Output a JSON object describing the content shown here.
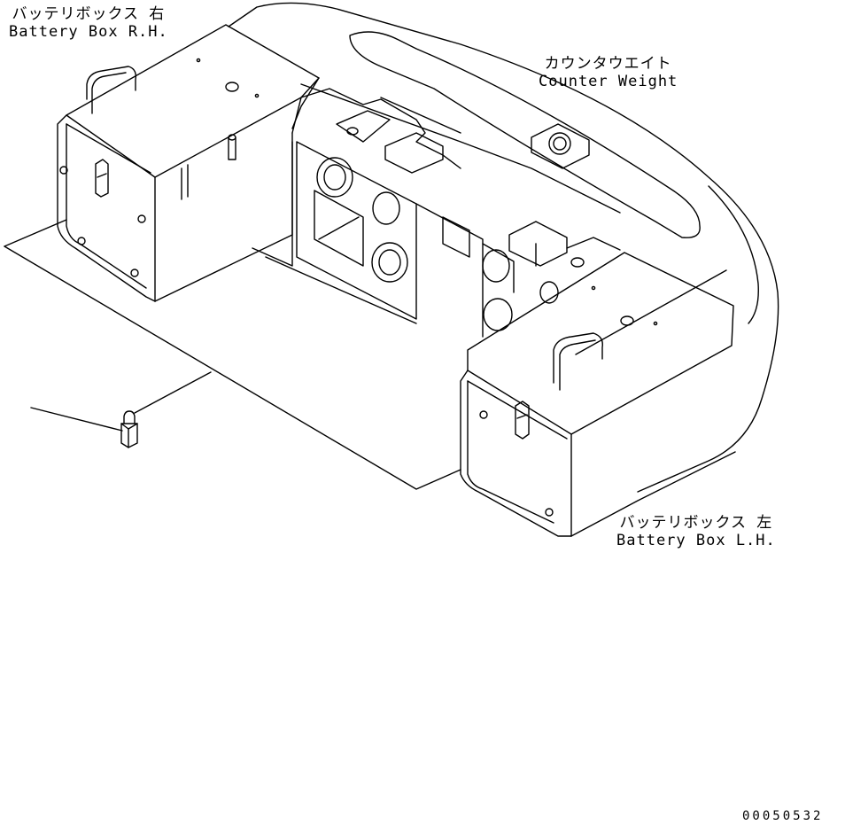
{
  "labels": {
    "battery_box_rh": {
      "jp": "バッテリボックス 右",
      "en": "Battery Box R.H."
    },
    "counter_weight": {
      "jp": "カウンタウエイト",
      "en": "Counter Weight"
    },
    "battery_box_lh": {
      "jp": "バッテリボックス 左",
      "en": "Battery Box L.H."
    }
  },
  "drawing_number": "00050532",
  "colors": {
    "line": "#000000",
    "background": "#ffffff"
  }
}
